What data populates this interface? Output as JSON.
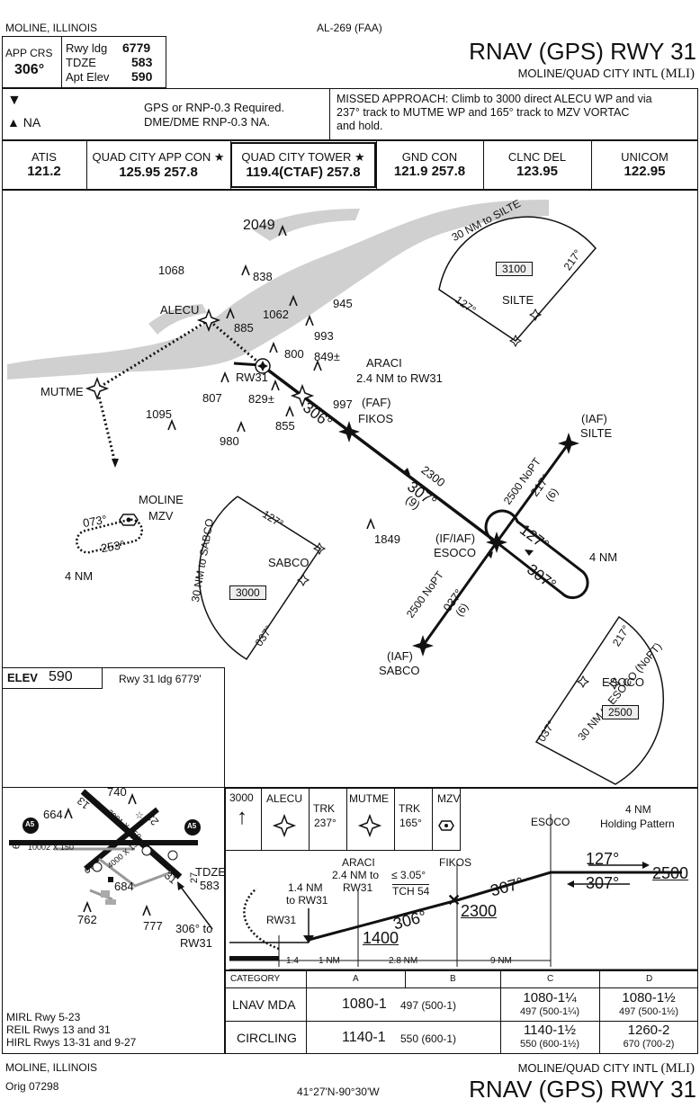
{
  "header": {
    "city": "MOLINE, ILLINOIS",
    "chart_id": "AL-269 (FAA)",
    "title": "RNAV (GPS) RWY 31",
    "airport": "MOLINE/QUAD CITY INTL",
    "airport_id": "(MLI)"
  },
  "info": {
    "app_crs_label": "APP CRS",
    "app_crs_value": "306°",
    "rwy_ldg_label": "Rwy ldg",
    "rwy_ldg_value": "6779",
    "tdze_label": "TDZE",
    "tdze_value": "583",
    "apt_elev_label": "Apt Elev",
    "apt_elev_value": "590"
  },
  "notes": {
    "na_label": "NA",
    "gps_note_1": "GPS or RNP-0.3 Required.",
    "gps_note_2": "DME/DME RNP-0.3 NA.",
    "missed_1": "MISSED APPROACH: Climb to 3000 direct ALECU WP and via",
    "missed_2": "237° track to MUTME WP and 165° track to MZV VORTAC",
    "missed_3": "and hold."
  },
  "comms": [
    {
      "label": "ATIS",
      "freq": "121.2"
    },
    {
      "label": "QUAD CITY APP CON ★",
      "freq": "125.95  257.8"
    },
    {
      "label": "QUAD CITY TOWER ★",
      "freq": "119.4(CTAF)  257.8"
    },
    {
      "label": "GND CON",
      "freq": "121.9  257.8"
    },
    {
      "label": "CLNC DEL",
      "freq": "123.95"
    },
    {
      "label": "UNICOM",
      "freq": "122.95"
    }
  ],
  "plan": {
    "fixes": {
      "alecu": "ALECU",
      "mutme": "MUTME",
      "araci": "ARACI",
      "araci_dist": "2.4 NM to RW31",
      "rw31": "RW31",
      "faf": "(FAF)",
      "fikos": "FIKOS",
      "iaf_silte": "(IAF)",
      "silte": "SILTE",
      "silte_taa": "SILTE",
      "if_iaf": "(IF/IAF)",
      "esoco": "ESOCO",
      "esoco_taa": "ESOCO",
      "iaf_sabco": "(IAF)",
      "sabco": "SABCO",
      "sabco_taa": "SABCO",
      "moline": "MOLINE",
      "mzv": "MZV"
    },
    "obstacles": [
      "2049",
      "1068",
      "838",
      "945",
      "1062",
      "885",
      "993",
      "800",
      "849±",
      "807",
      "829±",
      "997",
      "855",
      "1095",
      "980",
      "1849"
    ],
    "courses": {
      "c306": "306°",
      "c2300": "2300",
      "c307": "307°",
      "c9": "(9)",
      "silte_leg": "2500 NoPT",
      "c217": "217°",
      "c6a": "(6)",
      "c127": "127°",
      "c4nm": "4 NM",
      "c307b": "307°",
      "sabco_leg": "2500 NoPT",
      "c037": "037°",
      "c6b": "(6)",
      "h073": "073°",
      "h253": "253°",
      "h4nm": "4 NM"
    },
    "taa": {
      "silte_arc": "30 NM to SILTE",
      "silte_alt": "3100",
      "silte_217": "217°",
      "silte_127": "127°",
      "sabco_arc": "30 NM to SABCO",
      "sabco_alt": "3000",
      "sabco_127": "127°",
      "sabco_037": "037°",
      "esoco_arc": "30 NM to ESOCO (NoPT)",
      "esoco_alt": "2500",
      "esoco_217": "217°",
      "esoco_037": "037°"
    }
  },
  "airport_diagram": {
    "elev_label": "ELEV",
    "elev_value": "590",
    "rwy_ldg": "Rwy 31 ldg 6779'",
    "obst_740": "740",
    "obst_664": "664",
    "obst_684": "684",
    "obst_762": "762",
    "obst_777": "777",
    "rwy_dim_1": "10002 X 150",
    "rwy_dim_2": "7001 X 150",
    "rwy_dim_3": "4000 X 150",
    "rwy_9": "9",
    "rwy_27": "27",
    "rwy_13": "13",
    "rwy_31": "31",
    "rwy_5": "5",
    "rwy_23": "23",
    "tdze_label": "TDZE",
    "tdze_value": "583",
    "arrow_label_1": "306° to",
    "arrow_label_2": "RW31",
    "a5": "A5",
    "lighting_1": "MIRL Rwy 5-23",
    "lighting_2": "REIL Rwys 13 and 31",
    "lighting_3": "HIRL Rwys 13-31 and 9-27"
  },
  "profile": {
    "missed_icons": {
      "climb": "3000",
      "alecu": "ALECU",
      "trk1_label": "TRK",
      "trk1": "237°",
      "mutme": "MUTME",
      "trk2_label": "TRK",
      "trk2": "165°",
      "mzv": "MZV"
    },
    "esoco": "ESOCO",
    "hold_1": "4 NM",
    "hold_2": "Holding Pattern",
    "araci": "ARACI",
    "araci_dist": "2.4 NM to",
    "araci_rw": "RW31",
    "fikos": "FIKOS",
    "gp": "3.05°",
    "tch": "TCH 54",
    "dist_rw_1": "1.4 NM",
    "dist_rw_2": "to RW31",
    "rw31": "RW31",
    "c306": "306°",
    "c307": "307°",
    "c127": "127°",
    "c307b": "307°",
    "alt_2500": "2500",
    "alt_2300": "2300",
    "alt_1400": "1400",
    "seg_1": "1.4",
    "seg_2": "1 NM",
    "seg_3": "2.8 NM",
    "seg_4": "9 NM"
  },
  "minimums": {
    "headers": [
      "CATEGORY",
      "A",
      "B",
      "C",
      "D"
    ],
    "rows": [
      {
        "label": "LNAV  MDA",
        "ab_main": "1080-1",
        "ab_sub": "497 (500-1)",
        "c_main": "1080-1¼",
        "c_sub": "497 (500-1¼)",
        "d_main": "1080-1½",
        "d_sub": "497 (500-1½)"
      },
      {
        "label": "CIRCLING",
        "ab_main": "1140-1",
        "ab_sub": "550 (600-1)",
        "c_main": "1140-1½",
        "c_sub": "550 (600-1½)",
        "d_main": "1260-2",
        "d_sub": "670 (700-2)"
      }
    ]
  },
  "footer": {
    "city": "MOLINE, ILLINOIS",
    "orig": "Orig 07298",
    "coords": "41°27'N-90°30'W",
    "airport": "MOLINE/QUAD CITY INTL",
    "airport_id": "(MLI)",
    "title": "RNAV (GPS) RWY 31"
  }
}
